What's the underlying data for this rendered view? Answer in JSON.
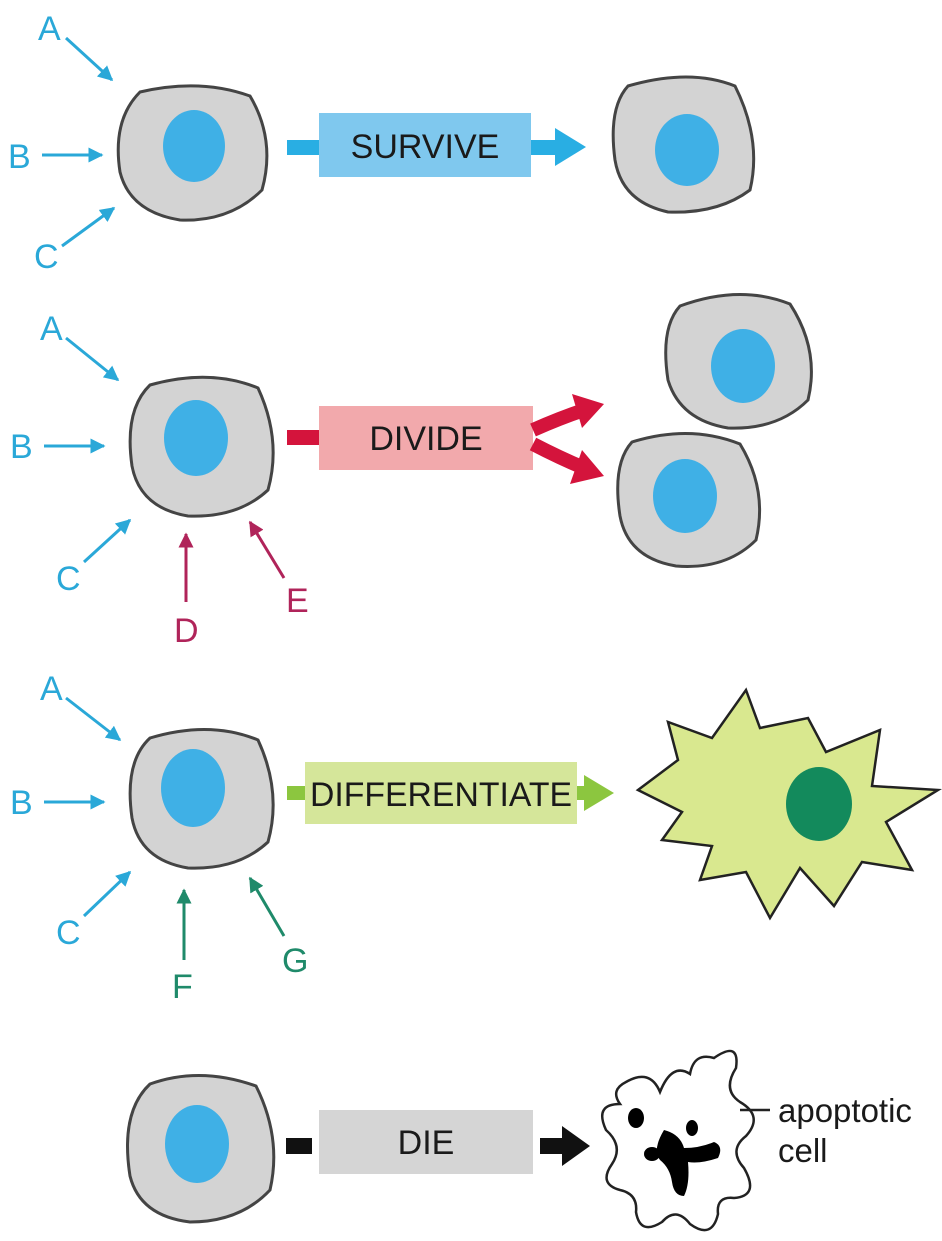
{
  "colors": {
    "cell_fill": "#d3d3d3",
    "cell_stroke": "#444444",
    "nucleus": "#3fb0e6",
    "signal_blue": "#2aa8d8",
    "signal_red": "#b0245a",
    "signal_green": "#1f8a6a",
    "survive_box": "#7fc8ee",
    "survive_arrow": "#29aee3",
    "divide_box": "#f2a9ac",
    "divide_arrow": "#d4143c",
    "differentiate_box": "#d5e69a",
    "differentiate_arrow": "#8cc63f",
    "differentiated_cell": "#d9e88f",
    "differentiated_nucleus": "#138a5c",
    "die_box": "#d5d5d5",
    "die_arrow": "#111111"
  },
  "signals": {
    "a": "A",
    "b": "B",
    "c": "C",
    "d": "D",
    "e": "E",
    "f": "F",
    "g": "G"
  },
  "rows": {
    "survive": {
      "label": "SURVIVE"
    },
    "divide": {
      "label": "DIVIDE"
    },
    "differentiate": {
      "label": "DIFFERENTIATE"
    },
    "die": {
      "label": "DIE",
      "result_note_line1": "apoptotic",
      "result_note_line2": "cell"
    }
  }
}
